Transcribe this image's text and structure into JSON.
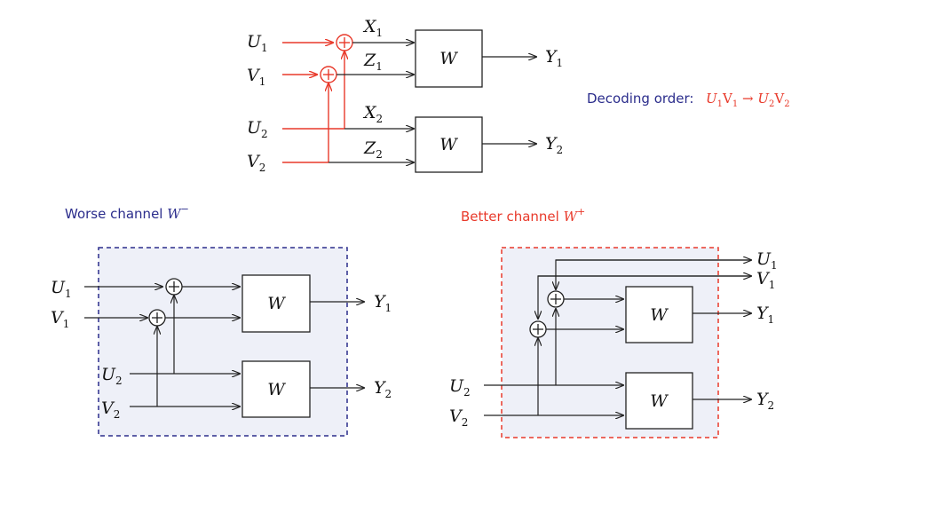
{
  "top": {
    "inputs": {
      "u1": [
        "U",
        "1"
      ],
      "v1": [
        "V",
        "1"
      ],
      "u2": [
        "U",
        "2"
      ],
      "v2": [
        "V",
        "2"
      ]
    },
    "wires": {
      "x1": [
        "X",
        "1"
      ],
      "z1": [
        "Z",
        "1"
      ],
      "x2": [
        "X",
        "2"
      ],
      "z2": [
        "Z",
        "2"
      ]
    },
    "box1": "W",
    "box2": "W",
    "outputs": {
      "y1": [
        "Y",
        "1"
      ],
      "y2": [
        "Y",
        "2"
      ]
    },
    "decoding_prefix": "Decoding order: ",
    "decoding_order": [
      "U",
      "1",
      "V",
      "1",
      " → ",
      "U",
      "2",
      "V",
      "2"
    ]
  },
  "worse": {
    "title": "Worse channel ",
    "title_symbol": "W",
    "title_sup": "−",
    "inputs": {
      "u1": [
        "U",
        "1"
      ],
      "v1": [
        "V",
        "1"
      ],
      "u2": [
        "U",
        "2"
      ],
      "v2": [
        "V",
        "2"
      ]
    },
    "box1": "W",
    "box2": "W",
    "outputs": {
      "y1": [
        "Y",
        "1"
      ],
      "y2": [
        "Y",
        "2"
      ]
    }
  },
  "better": {
    "title": "Better channel ",
    "title_symbol": "W",
    "title_sup": "+",
    "inputs": {
      "u2": [
        "U",
        "2"
      ],
      "v2": [
        "V",
        "2"
      ]
    },
    "box1": "W",
    "box2": "W",
    "outputs": {
      "u1": [
        "U",
        "1"
      ],
      "v1": [
        "V",
        "1"
      ],
      "y1": [
        "Y",
        "1"
      ],
      "y2": [
        "Y",
        "2"
      ]
    }
  },
  "colors": {
    "red": "#e8392a",
    "blue": "#2b2d8c",
    "box_fill": "#eef0f8",
    "line": "#222222"
  }
}
